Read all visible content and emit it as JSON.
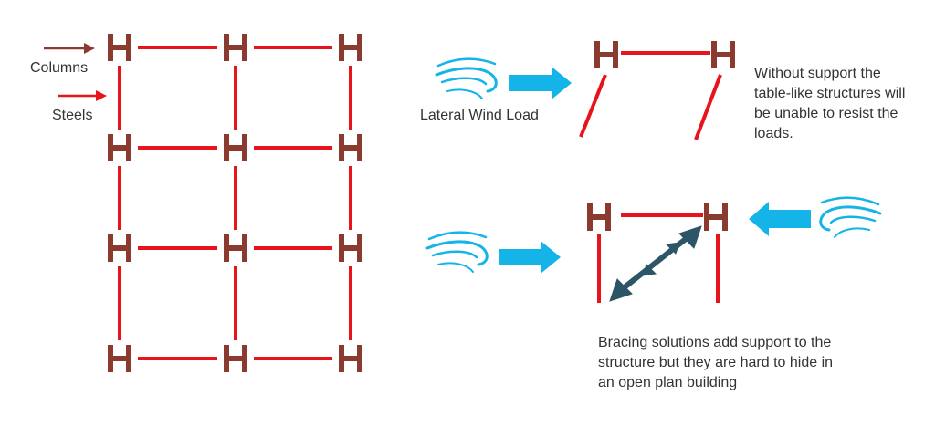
{
  "labels": {
    "columns": "Columns",
    "steels": "Steels",
    "lateral_wind_load": "Lateral Wind Load"
  },
  "notes": {
    "without_support": "Without support the table-like structures will be unable to resist the loads.",
    "bracing": "Bracing solutions add support to the structure but they are hard to hide in an open plan building"
  },
  "colors": {
    "column": "#8b3a2f",
    "steel": "#e8141c",
    "wind_arrow": "#14b4e8",
    "brace": "#2c5667",
    "label_arrow_columns": "#8b3a2f",
    "label_arrow_steels": "#e8141c"
  },
  "icons": {
    "column": "i-beam-column-icon",
    "wind": "wind-gust-icon",
    "wind_arrow": "wind-direction-arrow-icon",
    "brace": "diagonal-brace-icon"
  }
}
